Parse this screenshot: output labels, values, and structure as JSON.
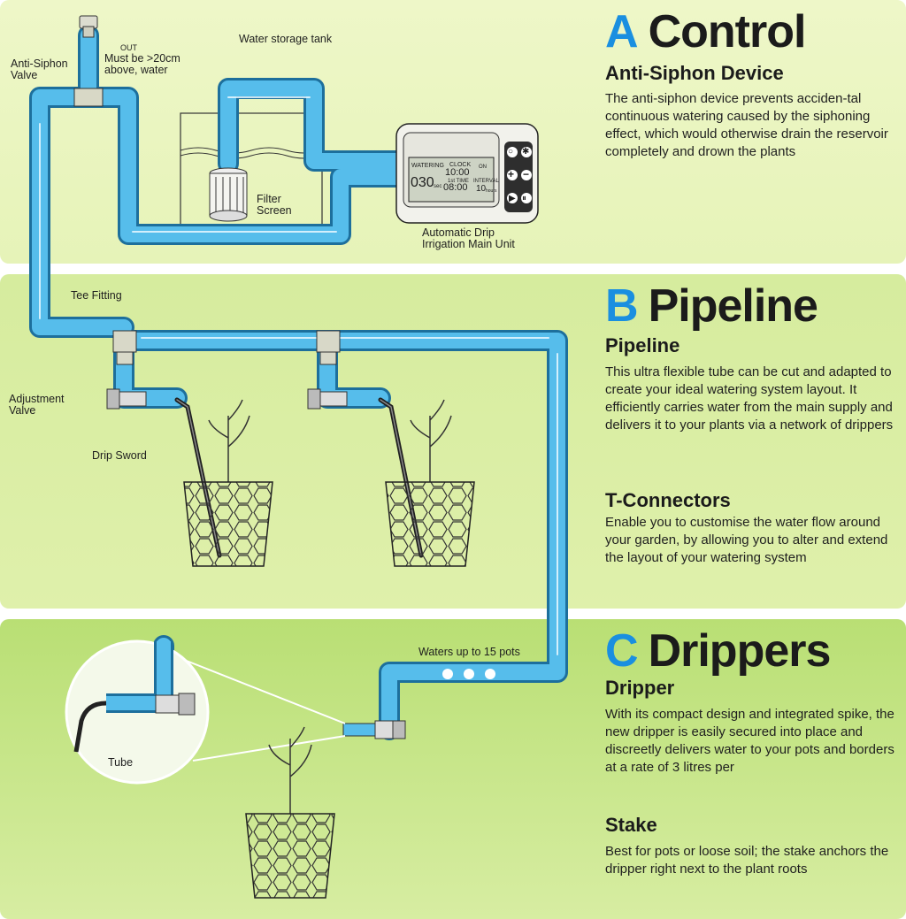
{
  "sections": {
    "a": {
      "letter": "A",
      "title": "Control",
      "items": [
        {
          "heading": "Anti-Siphon Device",
          "text": "The anti-siphon device prevents acciden-tal continuous watering caused by the siphoning effect, which would otherwise drain the reservoir completely and drown the plants"
        }
      ]
    },
    "b": {
      "letter": "B",
      "title": "Pipeline",
      "items": [
        {
          "heading": "Pipeline",
          "text": "This ultra flexible tube can be cut and adapted to create your ideal watering system layout. It efficiently carries water from the main supply and delivers it to your plants via a network of drippers"
        },
        {
          "heading": "T-Connectors",
          "text": "Enable you to customise the water flow around your garden, by allowing you to alter and extend the layout of your watering system"
        }
      ]
    },
    "c": {
      "letter": "C",
      "title": "Drippers",
      "items": [
        {
          "heading": "Dripper",
          "text": "With its compact design and integrated spike, the new dripper is easily secured into place and discreetly delivers water to your pots and borders at a rate of 3 litres per"
        },
        {
          "heading": "Stake",
          "text": "Best for pots or loose soil; the stake anchors the dripper right next to the plant roots"
        }
      ]
    }
  },
  "labels": {
    "out": "OUT",
    "must_be_line1": "Must be >20cm",
    "must_be_line2": "above, water",
    "anti_siphon_line1": "Anti-Siphon",
    "anti_siphon_line2": "Valve",
    "water_storage_tank": "Water storage tank",
    "filter_line1": "Filter",
    "filter_line2": "Screen",
    "main_unit_line1": "Automatic Drip",
    "main_unit_line2": "Irrigation Main Unit",
    "tee_fitting": "Tee Fitting",
    "adjustment_line1": "Adjustment",
    "adjustment_line2": "Valve",
    "drip_sword": "Drip Sword",
    "waters_up_to": "Waters up to 15 pots",
    "tube": "Tube"
  },
  "device_display": {
    "watering": "WATERING",
    "clock": "CLOCK",
    "clock_time": "10:00",
    "watering_time": "030",
    "sec": "sec",
    "first_time": "1st TIME",
    "first_time_value": "08:00",
    "interval": "INTERVAL",
    "interval_value": "10",
    "interval_unit": "hours",
    "on": "ON"
  },
  "colors": {
    "accent": "#1a8fe0",
    "tube": "#4ab4e8",
    "tube_outline": "#1d6f9c",
    "panel_a": "#eaf5c0",
    "panel_b": "#d9ee a4",
    "panel_c": "#c2e37f"
  }
}
